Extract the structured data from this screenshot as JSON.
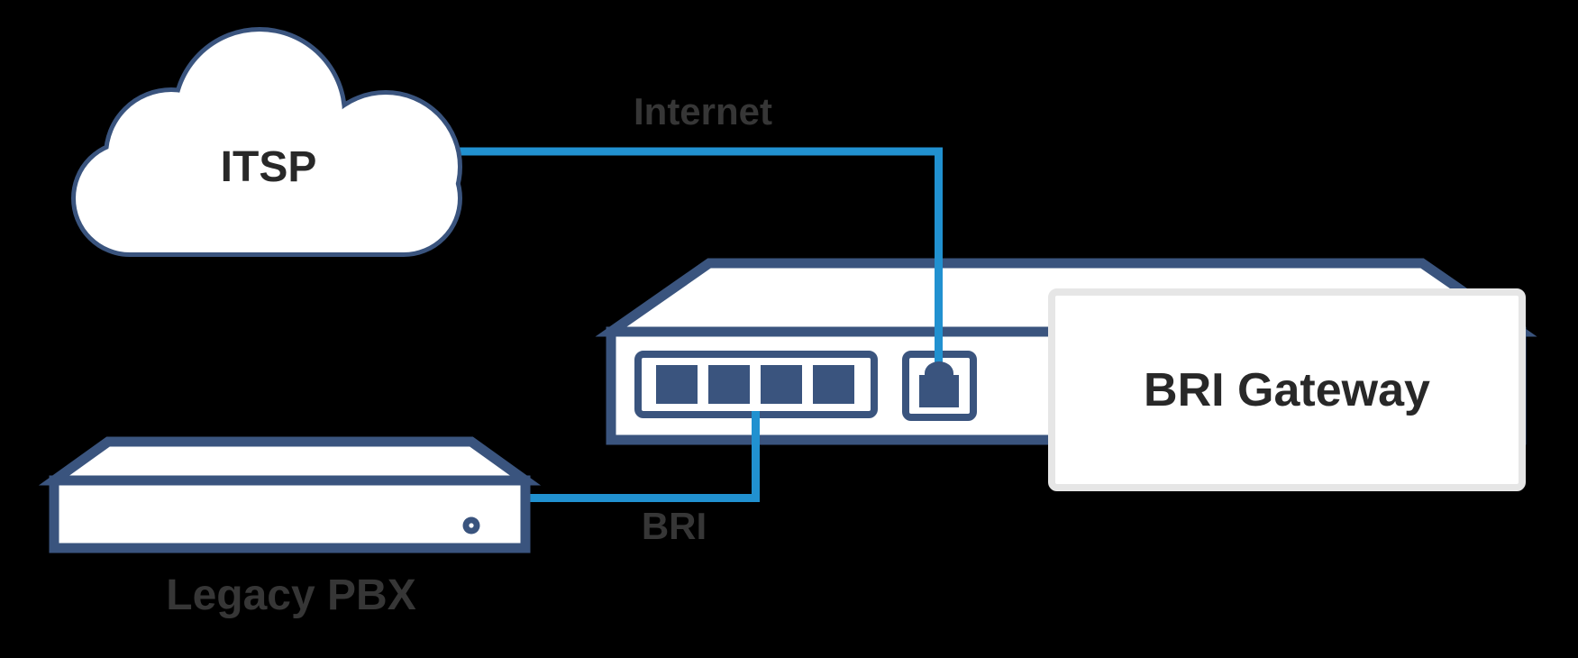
{
  "diagram": {
    "type": "network-topology",
    "nodes": [
      {
        "id": "itsp-cloud",
        "label": "ITSP",
        "shape": "cloud"
      },
      {
        "id": "bri-gateway",
        "label": "BRI Gateway",
        "shape": "gateway-device",
        "ports": [
          {
            "name": "bri-port-block",
            "port_count": 4
          },
          {
            "name": "wan-rj45-port",
            "port_count": 1
          }
        ]
      },
      {
        "id": "legacy-pbx",
        "label": "Legacy PBX",
        "shape": "rack-device",
        "details": [
          "front-led"
        ]
      }
    ],
    "connections": [
      {
        "id": "internet-link",
        "label": "Internet",
        "from": "itsp-cloud",
        "to": "bri-gateway wan-rj45-port"
      },
      {
        "id": "bri-link",
        "label": "BRI",
        "from": "legacy-pbx",
        "to": "bri-gateway bri-port-block"
      }
    ]
  },
  "colors": {
    "outline_navy": "#3a547e",
    "line_blue": "#2191d0",
    "heading_text": "#282828",
    "label_text": "#363636",
    "box_border_gray": "#e6e6e6",
    "shape_fill": "#ffffff",
    "background": "#000000"
  }
}
